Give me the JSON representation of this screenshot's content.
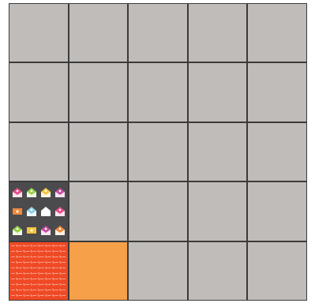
{
  "board": {
    "rows": 5,
    "cols": 5,
    "colors": {
      "empty": "#c0bcb9",
      "grid_line": "#3a3a3a",
      "orange_tile": "#f6a04a",
      "envelope_tile_bg": "#4b4b4d",
      "script_tile_bg": "#ef4a25"
    },
    "tiles": [
      {
        "row": 4,
        "col": 1,
        "type": "envelope-pattern"
      },
      {
        "row": 5,
        "col": 1,
        "type": "handwriting-pattern"
      },
      {
        "row": 5,
        "col": 2,
        "type": "solid-orange"
      }
    ]
  }
}
